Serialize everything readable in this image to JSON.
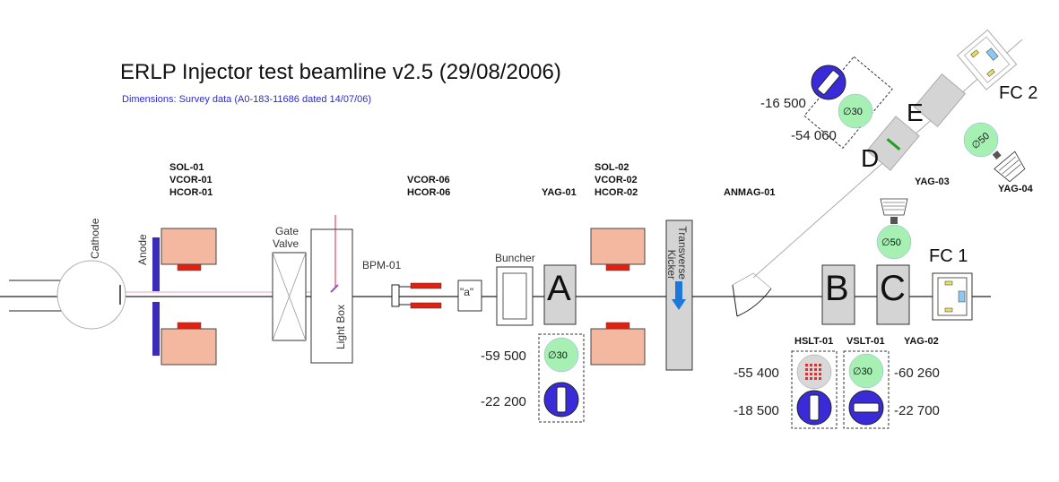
{
  "title": "ERLP Injector test beamline v2.5 (29/08/2006)",
  "subtitle": "Dimensions: Survey data (A0-183-11686 dated 14/07/06)",
  "labels": {
    "cathode": "Cathode",
    "anode": "Anode",
    "gate_valve_1": "Gate",
    "gate_valve_2": "Valve",
    "light_box": "Light Box",
    "bpm": "BPM-01",
    "a_box": "\"a\"",
    "buncher": "Buncher",
    "transverse_kicker_1": "Transverse",
    "transverse_kicker_2": "Kicker",
    "sol01_1": "SOL-01",
    "sol01_2": "VCOR-01",
    "sol01_3": "HCOR-01",
    "vcor06_1": "VCOR-06",
    "vcor06_2": "HCOR-06",
    "yag01": "YAG-01",
    "sol02_1": "SOL-02",
    "sol02_2": "VCOR-02",
    "sol02_3": "HCOR-02",
    "anmag": "ANMAG-01",
    "hslt": "HSLT-01",
    "vslt": "VSLT-01",
    "yag02": "YAG-02",
    "yag03": "YAG-03",
    "yag04": "YAG-04",
    "fc1": "FC 1",
    "fc2": "FC 2",
    "screen_a": "A",
    "screen_b": "B",
    "screen_c": "C",
    "screen_d": "D",
    "screen_e": "E"
  },
  "apertures": {
    "yag01": "∅30",
    "hslt": "",
    "vslt": "∅30",
    "yag02": "∅50",
    "angled": "∅30",
    "yag04": "∅50"
  },
  "dimensions": {
    "yag01_top": "-59 500",
    "yag01_bottom": "-22 200",
    "hslt_top": "-55 400",
    "hslt_bottom": "-18 500",
    "vslt_top": "-60 260",
    "vslt_bottom": "-22 700",
    "angled_top": "-16 500",
    "angled_bottom": "-54 060"
  },
  "colors": {
    "magnet": "#f4b8a0",
    "magnet_bar": "#e02010",
    "anode": "#3a2bb8",
    "aperture_green": "#a6f0b4",
    "aperture_blue": "#3a2bd8",
    "screen_gray": "#d4d4d4",
    "kicker_arrow": "#1e78d8",
    "subtitle": "#2a2ad8"
  }
}
